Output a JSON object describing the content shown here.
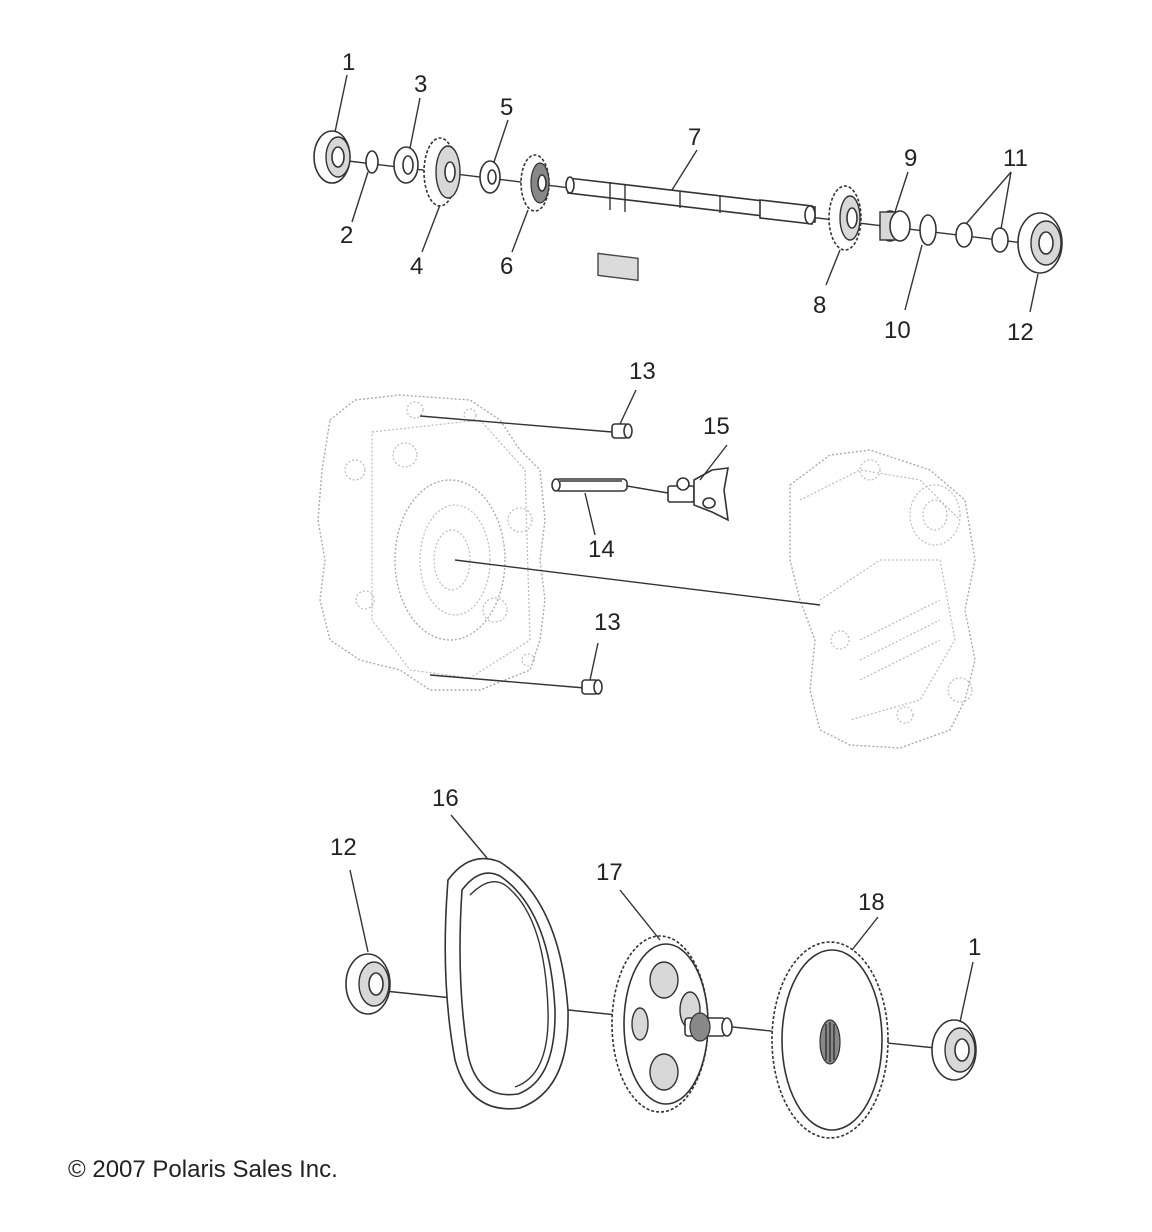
{
  "labels": {
    "l1": "1",
    "l2": "2",
    "l3": "3",
    "l4": "4",
    "l5": "5",
    "l6": "6",
    "l7": "7",
    "l8": "8",
    "l9": "9",
    "l10": "10",
    "l11": "11",
    "l12": "12",
    "l13a": "13",
    "l13b": "13",
    "l14": "14",
    "l15": "15",
    "l12b": "12",
    "l16": "16",
    "l17": "17",
    "l18": "18",
    "l1b": "1"
  },
  "copyright": "© 2007 Polaris Sales Inc."
}
